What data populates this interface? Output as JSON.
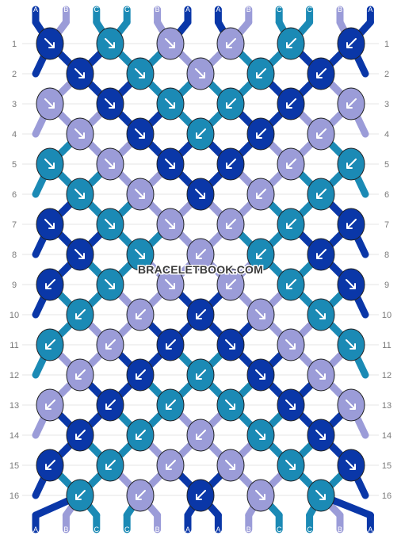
{
  "colors": {
    "A": "#0a37a8",
    "B": "#9b9cd8",
    "C": "#1b8ab5"
  },
  "strands_top": [
    "A",
    "B",
    "C",
    "C",
    "B",
    "A",
    "A",
    "B",
    "C",
    "C",
    "B",
    "A"
  ],
  "strands_bottom": [
    "A",
    "B",
    "C",
    "C",
    "B",
    "A",
    "A",
    "B",
    "C",
    "C",
    "B",
    "A"
  ],
  "row_labels": [
    "1",
    "2",
    "3",
    "4",
    "5",
    "6",
    "7",
    "8",
    "9",
    "10",
    "11",
    "12",
    "13",
    "14",
    "15",
    "16"
  ],
  "knot_rows": [
    [
      {
        "c": "A",
        "d": "R"
      },
      {
        "c": "C",
        "d": "R"
      },
      {
        "c": "B",
        "d": "R"
      },
      {
        "c": "B",
        "d": "L"
      },
      {
        "c": "C",
        "d": "L"
      },
      {
        "c": "A",
        "d": "L"
      }
    ],
    [
      {
        "c": "A",
        "d": "R"
      },
      {
        "c": "C",
        "d": "R"
      },
      {
        "c": "B",
        "d": "R"
      },
      {
        "c": "C",
        "d": "L"
      },
      {
        "c": "A",
        "d": "L"
      }
    ],
    [
      {
        "c": "B",
        "d": "R"
      },
      {
        "c": "A",
        "d": "R"
      },
      {
        "c": "C",
        "d": "R"
      },
      {
        "c": "C",
        "d": "L"
      },
      {
        "c": "A",
        "d": "L"
      },
      {
        "c": "B",
        "d": "L"
      }
    ],
    [
      {
        "c": "B",
        "d": "R"
      },
      {
        "c": "A",
        "d": "R"
      },
      {
        "c": "C",
        "d": "L"
      },
      {
        "c": "A",
        "d": "L"
      },
      {
        "c": "B",
        "d": "L"
      }
    ],
    [
      {
        "c": "C",
        "d": "R"
      },
      {
        "c": "B",
        "d": "R"
      },
      {
        "c": "A",
        "d": "R"
      },
      {
        "c": "A",
        "d": "L"
      },
      {
        "c": "B",
        "d": "L"
      },
      {
        "c": "C",
        "d": "L"
      }
    ],
    [
      {
        "c": "C",
        "d": "R"
      },
      {
        "c": "B",
        "d": "R"
      },
      {
        "c": "A",
        "d": "R"
      },
      {
        "c": "B",
        "d": "L"
      },
      {
        "c": "C",
        "d": "L"
      }
    ],
    [
      {
        "c": "A",
        "d": "R"
      },
      {
        "c": "C",
        "d": "R"
      },
      {
        "c": "B",
        "d": "R"
      },
      {
        "c": "B",
        "d": "L"
      },
      {
        "c": "C",
        "d": "L"
      },
      {
        "c": "A",
        "d": "L"
      }
    ],
    [
      {
        "c": "A",
        "d": "R"
      },
      {
        "c": "C",
        "d": "R"
      },
      {
        "c": "B",
        "d": "L"
      },
      {
        "c": "C",
        "d": "L"
      },
      {
        "c": "A",
        "d": "L"
      }
    ],
    [
      {
        "c": "A",
        "d": "L"
      },
      {
        "c": "C",
        "d": "R"
      },
      {
        "c": "B",
        "d": "R"
      },
      {
        "c": "B",
        "d": "L"
      },
      {
        "c": "C",
        "d": "L"
      },
      {
        "c": "A",
        "d": "R"
      }
    ],
    [
      {
        "c": "C",
        "d": "L"
      },
      {
        "c": "B",
        "d": "L"
      },
      {
        "c": "A",
        "d": "L"
      },
      {
        "c": "B",
        "d": "R"
      },
      {
        "c": "C",
        "d": "R"
      }
    ],
    [
      {
        "c": "C",
        "d": "L"
      },
      {
        "c": "B",
        "d": "L"
      },
      {
        "c": "A",
        "d": "L"
      },
      {
        "c": "A",
        "d": "R"
      },
      {
        "c": "B",
        "d": "R"
      },
      {
        "c": "C",
        "d": "R"
      }
    ],
    [
      {
        "c": "B",
        "d": "L"
      },
      {
        "c": "A",
        "d": "L"
      },
      {
        "c": "C",
        "d": "L"
      },
      {
        "c": "A",
        "d": "R"
      },
      {
        "c": "B",
        "d": "R"
      }
    ],
    [
      {
        "c": "B",
        "d": "L"
      },
      {
        "c": "A",
        "d": "L"
      },
      {
        "c": "C",
        "d": "L"
      },
      {
        "c": "C",
        "d": "R"
      },
      {
        "c": "A",
        "d": "R"
      },
      {
        "c": "B",
        "d": "R"
      }
    ],
    [
      {
        "c": "A",
        "d": "L"
      },
      {
        "c": "C",
        "d": "L"
      },
      {
        "c": "B",
        "d": "L"
      },
      {
        "c": "C",
        "d": "R"
      },
      {
        "c": "A",
        "d": "R"
      }
    ],
    [
      {
        "c": "A",
        "d": "L"
      },
      {
        "c": "C",
        "d": "L"
      },
      {
        "c": "B",
        "d": "L"
      },
      {
        "c": "B",
        "d": "R"
      },
      {
        "c": "C",
        "d": "R"
      },
      {
        "c": "A",
        "d": "R"
      }
    ],
    [
      {
        "c": "C",
        "d": "L"
      },
      {
        "c": "B",
        "d": "L"
      },
      {
        "c": "A",
        "d": "L"
      },
      {
        "c": "B",
        "d": "R"
      },
      {
        "c": "C",
        "d": "R"
      }
    ]
  ],
  "watermark": "BRACELETBOOK.COM"
}
